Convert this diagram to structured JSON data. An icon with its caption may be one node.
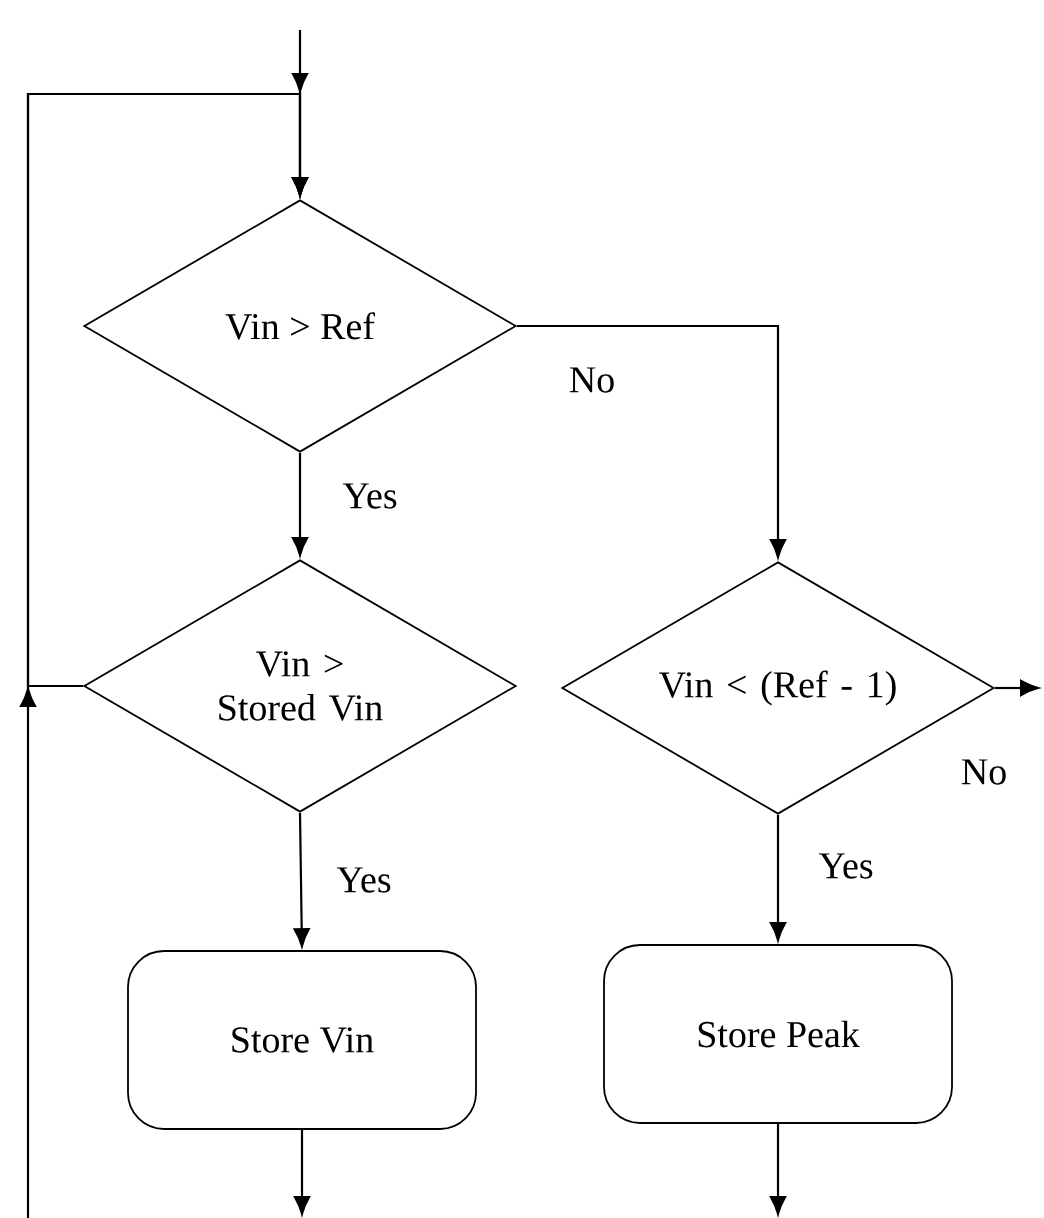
{
  "diagram": {
    "nodes": [
      {
        "text": [
          "Vin > Ref"
        ]
      },
      {
        "text": [
          "Vin > Stored Vin"
        ]
      },
      {
        "text": [
          "Vin < (Ref - 1)"
        ]
      },
      {
        "text": [
          "Store Vin"
        ]
      },
      {
        "text": [
          "Store Peak"
        ]
      }
    ],
    "edges": [
      {
        "from": null,
        "to": 0,
        "arrow": "to"
      },
      {
        "from": null,
        "to": 0,
        "arrow": "to"
      },
      {
        "from": 1,
        "to": 0,
        "arrow": "to"
      },
      {
        "from": 0,
        "to": 2,
        "label": "No",
        "arrow": "to"
      },
      {
        "from": 0,
        "to": 1,
        "label": "Yes",
        "arrow": "to"
      },
      {
        "from": 1,
        "to": 3,
        "label": "Yes",
        "arrow": "to"
      },
      {
        "from": 2,
        "to": 4,
        "label": "Yes",
        "arrow": "to"
      },
      {
        "from": 2,
        "to": null,
        "label": "No",
        "arrow": "to"
      },
      {
        "from": 3,
        "to": null,
        "arrow": "to"
      },
      {
        "from": 4,
        "to": null,
        "arrow": "to"
      }
    ]
  }
}
